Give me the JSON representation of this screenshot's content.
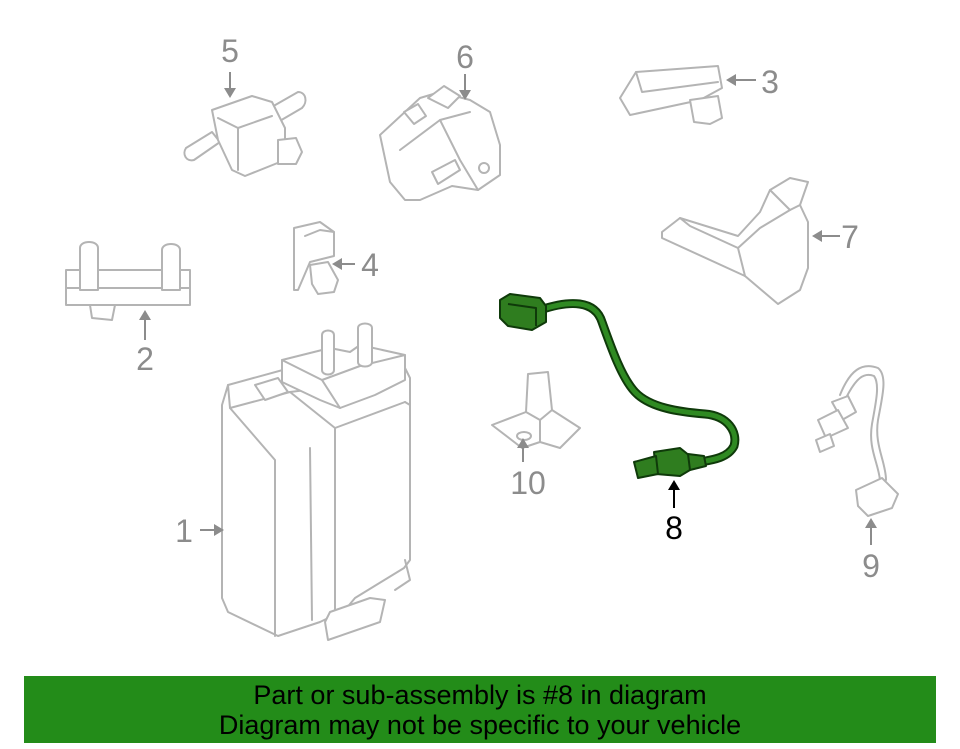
{
  "callouts": {
    "c1": "1",
    "c2": "2",
    "c3": "3",
    "c4": "4",
    "c5": "5",
    "c6": "6",
    "c7": "7",
    "c8": "8",
    "c9": "9",
    "c10": "10"
  },
  "highlighted_part": "8",
  "banner": {
    "line1": "Part or sub-assembly is #8 in diagram",
    "line2": "Diagram may not be specific to your vehicle"
  },
  "colors": {
    "banner_bg": "#238c19",
    "highlight_part": "#2f7d1f",
    "part_outline": "#b4b4b4"
  }
}
